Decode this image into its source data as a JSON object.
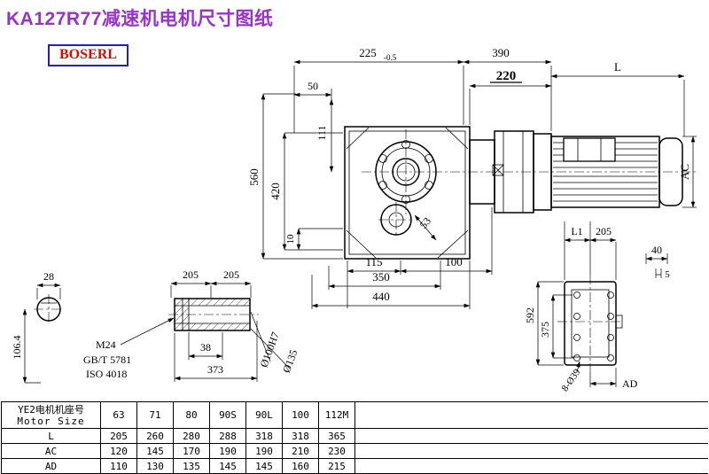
{
  "colors": {
    "title": "#9932CC",
    "logo_text": "#CC1100",
    "logo_border": "#2222BB"
  },
  "header": {
    "title": "KA127R77减速机电机尺寸图纸",
    "logo": "BOSERL"
  },
  "drawing": {
    "top": {
      "d225": "225",
      "d225_tol": "-0.5",
      "d390": "390",
      "d220": "220",
      "dL": "L",
      "d50": "50",
      "d111": "111"
    },
    "left": {
      "d560": "560",
      "d420": "420",
      "d10": "10"
    },
    "bottom": {
      "d115": "115",
      "d100": "100",
      "d350": "350",
      "d440": "440",
      "d53": "53"
    },
    "right": {
      "dAC": "AC"
    },
    "shaft_end": {
      "d28": "28",
      "d106": "106.4"
    },
    "shaft": {
      "d205a": "205",
      "d205b": "205",
      "m24": "M24",
      "gbt": "GB/T 5781",
      "iso": "ISO 4018",
      "d38": "38",
      "d373": "373",
      "dphi100": "Ø100H7",
      "dphi135": "Ø135"
    },
    "flange": {
      "dL1": "L1",
      "d205": "205",
      "d40": "40",
      "d5": "5",
      "d592": "592",
      "d375": "375",
      "dholes": "8-Ø39",
      "dAD": "AD"
    }
  },
  "table": {
    "header": {
      "label_cn": "YE2电机机座号",
      "label_en": "Motor Size",
      "sizes": [
        "63",
        "71",
        "80",
        "90S",
        "90L",
        "100",
        "112M"
      ]
    },
    "rows": [
      {
        "label": "L",
        "values": [
          "205",
          "260",
          "280",
          "288",
          "318",
          "318",
          "365"
        ]
      },
      {
        "label": "AC",
        "values": [
          "120",
          "145",
          "170",
          "190",
          "190",
          "210",
          "230"
        ]
      },
      {
        "label": "AD",
        "values": [
          "110",
          "130",
          "135",
          "145",
          "145",
          "160",
          "215"
        ]
      }
    ]
  }
}
